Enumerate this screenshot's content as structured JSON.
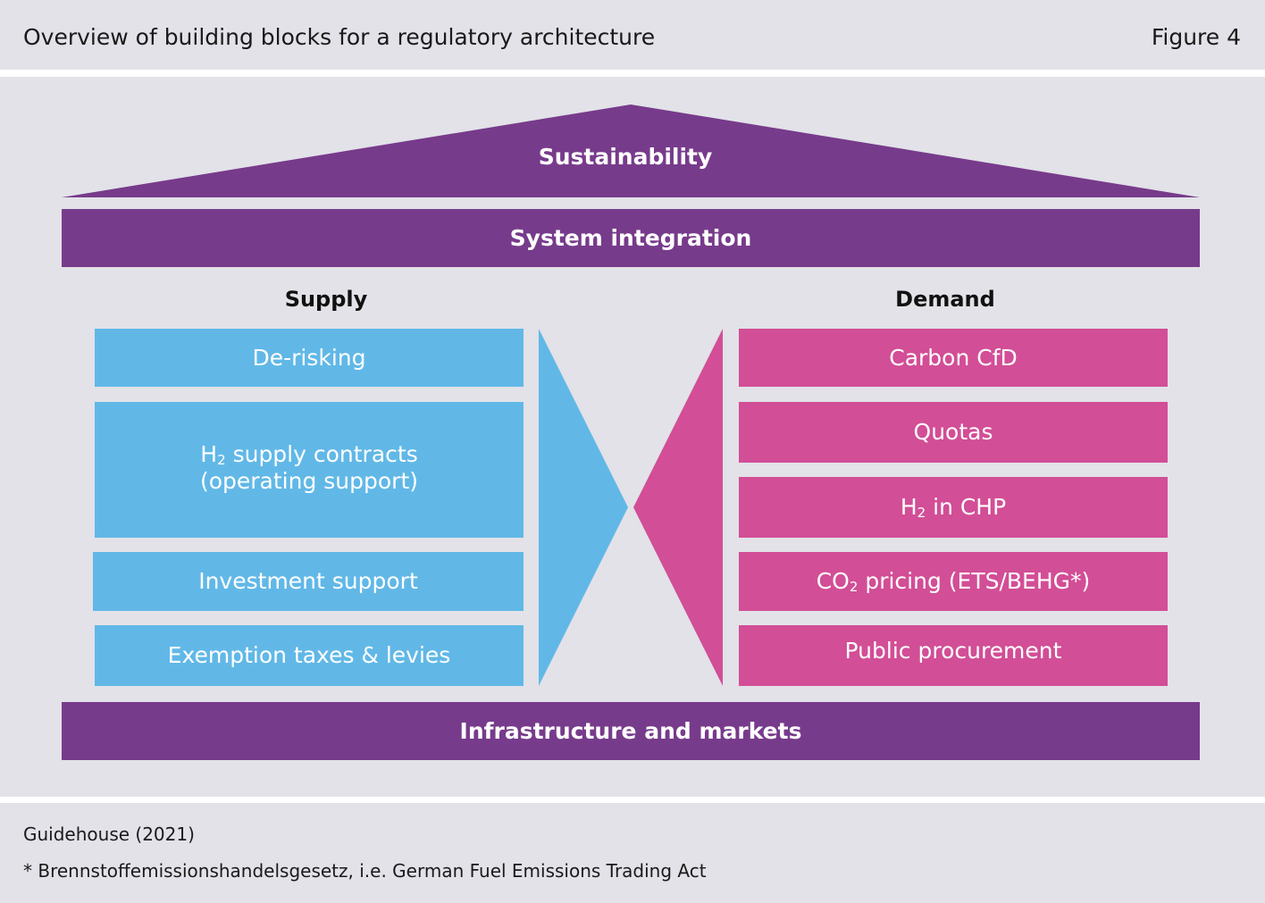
{
  "header": {
    "title": "Overview of building blocks for a regulatory architecture",
    "figure_label": "Figure 4"
  },
  "roof": {
    "label": "Sustainability"
  },
  "top_bar": {
    "label": "System integration"
  },
  "supply": {
    "heading": "Supply",
    "items": [
      {
        "label": "De-risking"
      },
      {
        "prefix": "H",
        "sub": "2",
        "rest": " supply contracts",
        "line2": "(operating support)"
      },
      {
        "label": "Investment support"
      },
      {
        "label": "Exemption taxes & levies"
      }
    ]
  },
  "demand": {
    "heading": "Demand",
    "items": [
      {
        "label": "Carbon CfD"
      },
      {
        "label": "Quotas"
      },
      {
        "prefix": "H",
        "sub": "2",
        "rest": " in CHP"
      },
      {
        "prefix": "CO",
        "sub": "2",
        "rest": " pricing (ETS/BEHG*)"
      },
      {
        "label": "Public procurement"
      }
    ]
  },
  "bottom_bar": {
    "label": "Infrastructure and markets"
  },
  "footer": {
    "source": "Guidehouse (2021)",
    "note": "* Brennstoffemissionshandelsgesetz, i.e. German Fuel Emissions Trading Act"
  },
  "colors": {
    "purple": "#773b8b",
    "supply_blue": "#61b8e7",
    "demand_pink": "#d24e96",
    "band_grey": "#e2e2e8"
  }
}
